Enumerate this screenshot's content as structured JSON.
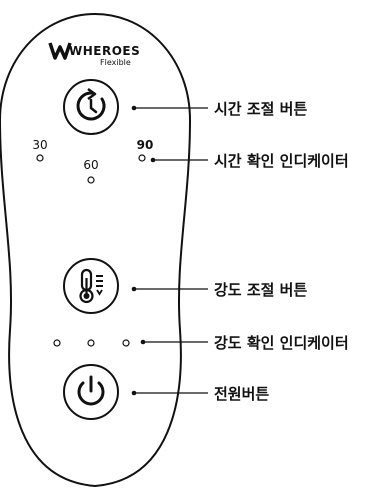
{
  "brand": {
    "name": "WHEROES",
    "sub": "Flexible"
  },
  "time_scale": {
    "t30": "30",
    "t60": "60",
    "t90": "90"
  },
  "labels": {
    "time_button": "시간 조절 버튼",
    "time_indicator": "시간 확인 인디케이터",
    "intensity_button": "강도 조절 버튼",
    "intensity_indicator": "강도 확인 인디케이터",
    "power_button": "전원버튼"
  }
}
